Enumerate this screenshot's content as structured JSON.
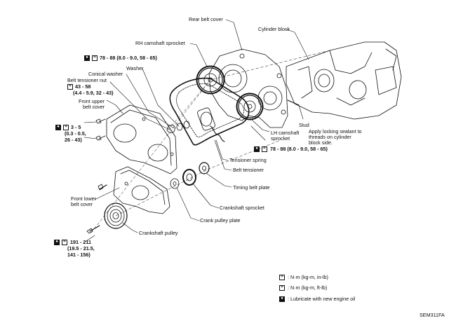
{
  "labels": {
    "rear_belt_cover": "Rear belt cover",
    "cylinder_block": "Cylinder block",
    "rh_camshaft_sprocket": "RH camshaft sprocket",
    "torque_rh_sprocket": "78 - 88 (8.0 - 9.0, 58 - 65)",
    "washer": "Washer",
    "conical_washer": "Conical washer",
    "belt_tensioner_nut": "Belt tensioner nut",
    "torque_tensioner_nut_1": "43 - 58",
    "torque_tensioner_nut_2": "(4.4 - 5.9, 32 - 43)",
    "front_upper_belt_cover": "Front upper\nbelt cover",
    "torque_cover_1": "3 - 5",
    "torque_cover_2": "(0.3 - 0.5,",
    "torque_cover_3": "26 - 43)",
    "lh_camshaft_sprocket": "LH camshaft\nsprocket",
    "stud": "Stud",
    "stud_note": "Apply locking sealant to\nthreads on cylinder\nblock side.",
    "torque_lh_sprocket": "78 - 88 (8.0 - 9.0, 58 - 65)",
    "tensioner_spring": "Tensioner spring",
    "belt_tensioner": "Belt tensioner",
    "timing_belt_plate": "Timing belt plate",
    "front_lower_belt_cover": "Front lower\nbelt cover",
    "crankshaft_sprocket": "Crankshaft sprocket",
    "crank_pulley_plate": "Crank pulley plate",
    "crankshaft_pulley": "Crankshaft pulley",
    "torque_pulley_1": "191 - 211",
    "torque_pulley_2": "(19.5 - 21.5,",
    "torque_pulley_3": "141 - 156)"
  },
  "legend": {
    "nm_kgm_inlb": ": N·m (kg-m, in-lb)",
    "nm_kgm_ftlb": ": N·m (kg-m, ft-lb)",
    "lubricate": ": Lubricate with new engine oil"
  },
  "figure_code": "SEM311FA",
  "colors": {
    "ink": "#111111",
    "paper": "#ffffff"
  },
  "icons": {
    "torque_ftlb": "wrench-ft-lb-icon",
    "torque_inlb": "wrench-in-lb-icon",
    "oil": "oil-can-icon"
  }
}
